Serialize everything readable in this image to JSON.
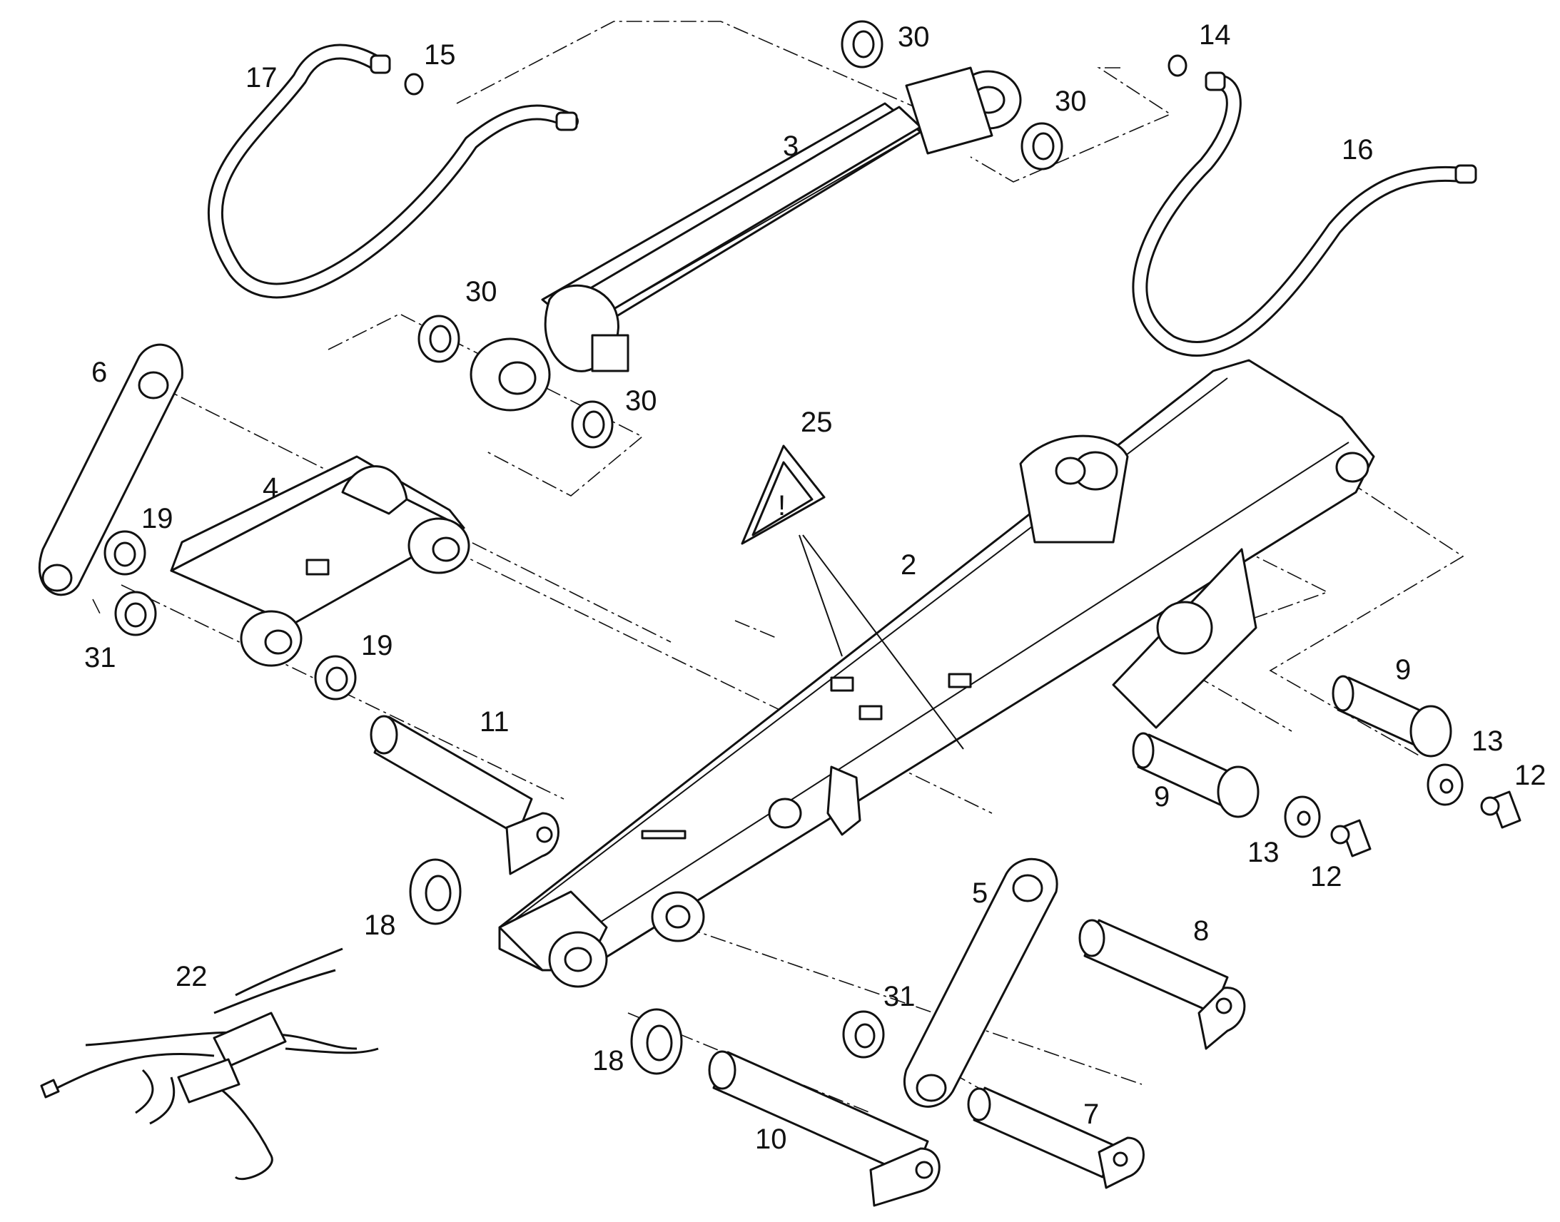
{
  "callouts": {
    "c2": "2",
    "c3": "3",
    "c4": "4",
    "c5": "5",
    "c6": "6",
    "c7": "7",
    "c8": "8",
    "c9a": "9",
    "c9b": "9",
    "c10": "10",
    "c11": "11",
    "c12a": "12",
    "c12b": "12",
    "c13a": "13",
    "c13b": "13",
    "c14": "14",
    "c15": "15",
    "c16": "16",
    "c17": "17",
    "c18a": "18",
    "c18b": "18",
    "c19a": "19",
    "c19b": "19",
    "c22": "22",
    "c25": "25",
    "c30a": "30",
    "c30b": "30",
    "c30c": "30",
    "c30d": "30",
    "c31a": "31",
    "c31b": "31"
  },
  "warning_symbol": {
    "icon": "warning-triangle-icon",
    "glyph": "!"
  },
  "colors": {
    "line": "#111111",
    "paper": "#ffffff"
  }
}
